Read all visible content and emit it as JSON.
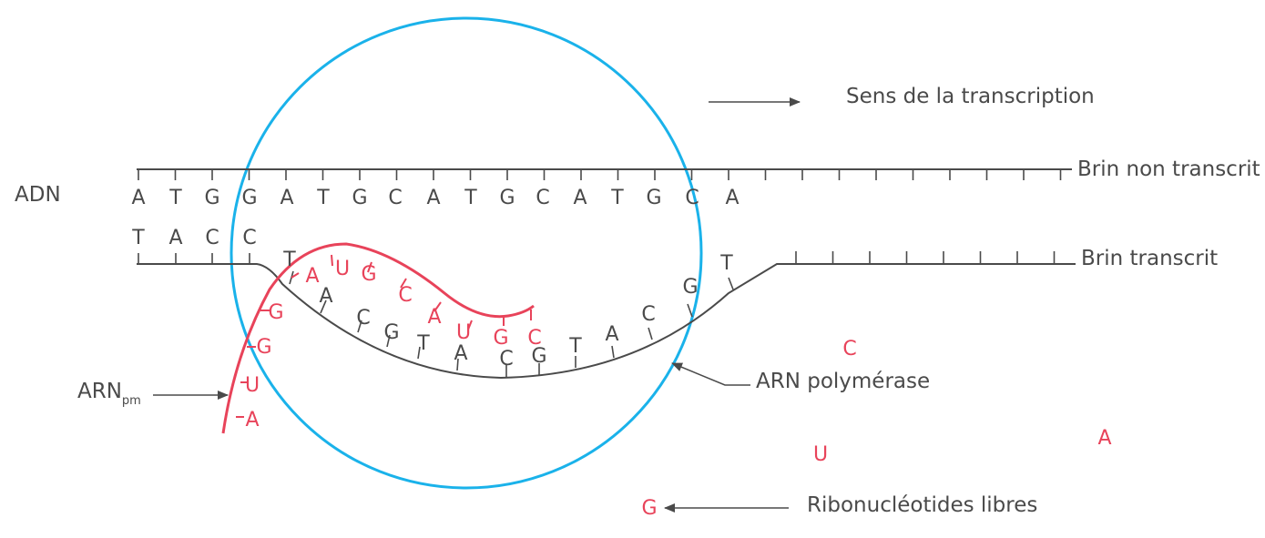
{
  "labels": {
    "adn": "ADN",
    "sens": "Sens de la transcription",
    "brin_non_transcrit": "Brin non transcrit",
    "brin_transcrit": "Brin transcrit",
    "arn_main": "ARN",
    "arn_sub": "pm",
    "arn_polymerase": "ARN polymérase",
    "ribonucleotides": "Ribonucléotides libres"
  },
  "bases": {
    "non_transcrit": [
      "A",
      "T",
      "G",
      "G",
      "A",
      "T",
      "G",
      "C",
      "A",
      "T",
      "G",
      "C",
      "A",
      "T",
      "G",
      "C",
      "A"
    ],
    "transcrit_top": [
      "T",
      "A",
      "C",
      "C"
    ],
    "transcrit_bubble": [
      "T",
      "A",
      "C",
      "G",
      "T",
      "A",
      "C",
      "G",
      "T",
      "A",
      "C",
      "G",
      "T"
    ],
    "arn_strand": [
      "A",
      "U",
      "G",
      "G",
      "A",
      "U",
      "G",
      "C",
      "A",
      "U",
      "G",
      "C"
    ],
    "libres": [
      "C",
      "A",
      "U",
      "G"
    ]
  },
  "colors": {
    "dna": "#4a4a4a",
    "rna": "#e8435a",
    "polymerase": "#1ab2ea"
  }
}
